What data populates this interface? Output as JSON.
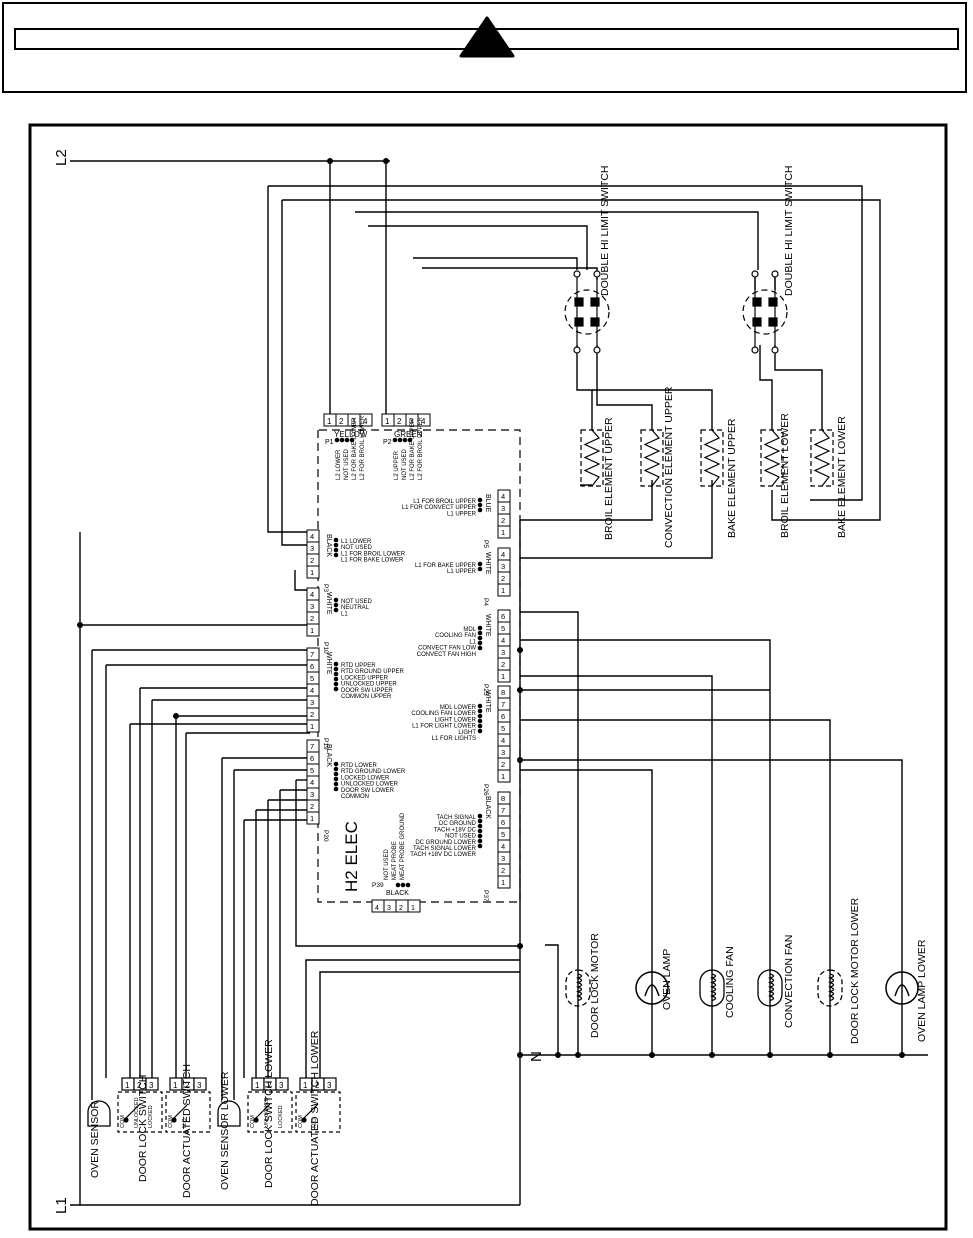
{
  "warning": {
    "icon": "warning-triangle-icon",
    "text": ""
  },
  "rails": {
    "l2": "L2",
    "l1": "L1",
    "n": "N"
  },
  "board": {
    "name": "H2 ELEC"
  },
  "connectors": {
    "p1": {
      "id": "P1",
      "color": "YELLOW",
      "pins": [
        "1",
        "2",
        "3",
        "4"
      ],
      "signals": [
        "L2 LOWER",
        "NOT USED",
        "L2 FOR BAKE LOWER",
        "L2 FOR BROIL LOWER"
      ]
    },
    "p2": {
      "id": "P2",
      "color": "GREEN",
      "pins": [
        "1",
        "2",
        "3",
        "4"
      ],
      "signals": [
        "L2 UPPER",
        "NOT USED",
        "L2 FOR BAKE UPPER",
        "L2 FOR BROIL UPPER"
      ]
    },
    "p3": {
      "id": "P3",
      "color": "BLACK",
      "pins": [
        "4",
        "3",
        "2",
        "1"
      ],
      "signals": [
        "L1 LOWER",
        "NOT USED",
        "L1 FOR BROIL LOWER",
        "L1 FOR BAKE LOWER"
      ]
    },
    "p4": {
      "id": "P4",
      "color": "WHITE",
      "pins": [
        "4",
        "3",
        "2",
        "1"
      ],
      "signals": [
        "L1 FOR BAKE UPPER",
        "L1 UPPER"
      ]
    },
    "p5": {
      "id": "P5",
      "color": "BLUE",
      "pins": [
        "4",
        "3",
        "2",
        "1"
      ],
      "signals": [
        "L1 FOR BROIL UPPER",
        "L1 FOR CONVECT UPPER",
        "L1 UPPER"
      ]
    },
    "p10": {
      "id": "P10",
      "color": "WHITE",
      "pins": [
        "4",
        "3",
        "2",
        "1"
      ],
      "signals": [
        "NOT USED",
        "NEUTRAL",
        "L1"
      ]
    },
    "p19": {
      "id": "P19",
      "color": "WHITE",
      "pins": [
        "7",
        "6",
        "5",
        "4",
        "3",
        "2",
        "1"
      ],
      "signals": [
        "RTD UPPER",
        "RTD GROUND UPPER",
        "LOCKED UPPER",
        "UNLOCKED UPPER",
        "DOOR SW UPPER",
        "COMMON UPPER"
      ]
    },
    "p20": {
      "id": "P20",
      "color": "BLACK",
      "pins": [
        "7",
        "6",
        "5",
        "4",
        "3",
        "2",
        "1"
      ],
      "signals": [
        "RTD LOWER",
        "RTD GROUND LOWER",
        "LOCKED LOWER",
        "UNLOCKED LOWER",
        "DOOR SW LOWER",
        "COMMON"
      ]
    },
    "p25": {
      "id": "P25",
      "color": "WHITE",
      "pins": [
        "6",
        "5",
        "4",
        "3",
        "2",
        "1"
      ],
      "signals": [
        "MDL",
        "COOLING FAN",
        "L1",
        "CONVECT FAN LOW",
        "CONVECT FAN HIGH"
      ]
    },
    "p26": {
      "id": "P26",
      "color": "WHITE",
      "pins": [
        "8",
        "7",
        "6",
        "5",
        "4",
        "3",
        "2",
        "1"
      ],
      "signals": [
        "MDL LOWER",
        "COOLING FAN LOWER",
        "LIGHT LOWER",
        "L1 FOR LIGHT LOWER",
        "LIGHT",
        "L1 FOR LIGHTS"
      ]
    },
    "p37": {
      "id": "P37",
      "color": "BLACK",
      "pins": [
        "8",
        "7",
        "6",
        "5",
        "4",
        "3",
        "2",
        "1"
      ],
      "signals": [
        "TACH SIGNAL",
        "DC GROUND",
        "TACH +18V DC",
        "NOT USED",
        "DC GROUND LOWER",
        "TACH SIGNAL LOWER",
        "TACH +18V DC LOWER"
      ]
    },
    "p39": {
      "id": "P39",
      "color": "BLACK",
      "pins": [
        "4",
        "3",
        "2",
        "1"
      ],
      "signals": [
        "NOT USED",
        "MEAT PROBE",
        "MEAT PROBE GROUND"
      ]
    }
  },
  "components": {
    "hi_limit_upper": "DOUBLE HI LIMIT SWITCH",
    "hi_limit_lower": "DOUBLE HI LIMIT SWITCH",
    "broil_upper": "BROIL ELEMENT UPPER",
    "convection_upper": "CONVECTION ELEMENT UPPER",
    "bake_upper": "BAKE ELEMENT UPPER",
    "broil_lower": "BROIL ELEMENT LOWER",
    "bake_lower": "BAKE ELEMENT LOWER",
    "door_lock_motor": "DOOR LOCK MOTOR",
    "oven_lamp": "OVEN LAMP",
    "cooling_fan": "COOLING FAN",
    "convection_fan": "CONVECTION FAN",
    "door_lock_motor_lower": "DOOR LOCK MOTOR LOWER",
    "oven_lamp_lower": "OVEN LAMP LOWER",
    "oven_sensor": "OVEN SENSOR",
    "door_lock_switch": "DOOR LOCK SWITCH",
    "door_actuated_switch": "DOOR ACTUATED SWITCH",
    "oven_sensor_lower": "OVEN SENSOR LOWER",
    "door_lock_switch_lower": "DOOR LOCK SWITCH LOWER",
    "door_actuated_switch_lower": "DOOR ACTUATED SWITCH LOWER"
  },
  "switch_marks": {
    "com": "COM",
    "no": "N.O.",
    "unlocked": "UNLOCKED",
    "locked": "LOCKED",
    "pins": [
      "1",
      "2",
      "3"
    ]
  }
}
